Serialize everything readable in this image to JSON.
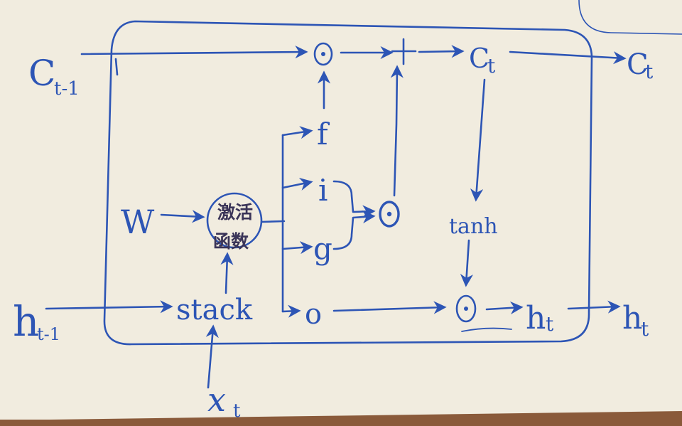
{
  "diagram": {
    "inputs": {
      "c_prev": "C",
      "c_prev_sub": "t-1",
      "h_prev": "h",
      "h_prev_sub": "t-1",
      "x": "x",
      "x_sub": "t",
      "w": "W"
    },
    "outputs": {
      "c_inner": "C",
      "c_inner_sub": "t",
      "c_out": "C",
      "c_out_sub": "t",
      "h_inner": "h",
      "h_inner_sub": "t",
      "h_out": "h",
      "h_out_sub": "t"
    },
    "operators": {
      "forget_mult": "⊙",
      "add": "+",
      "input_mult": "⊙",
      "output_mult": "⊙",
      "tanh": "tanh",
      "stack": "stack"
    },
    "gates": [
      "f",
      "i",
      "g",
      "o"
    ],
    "activation": {
      "line1": "激活",
      "line2": "函数"
    }
  },
  "colors": {
    "ink": "#2d55b5",
    "paper": "#f1ecdf",
    "wood": "#8a5a3a"
  }
}
